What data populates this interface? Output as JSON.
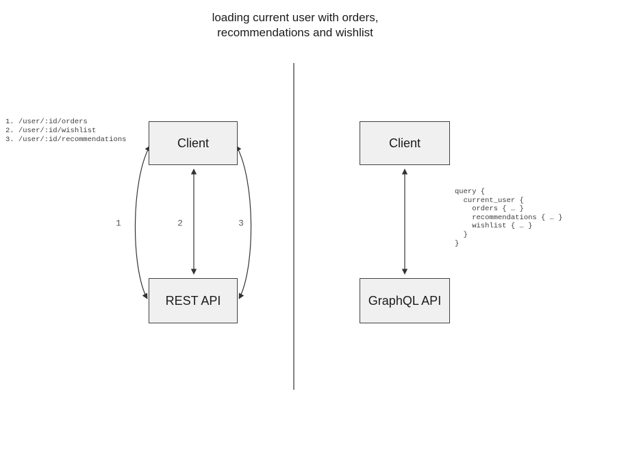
{
  "title": "loading current user with orders,\nrecommendations and wishlist",
  "left_panel": {
    "client_label": "Client",
    "api_label": "REST API",
    "endpoints": "1. /user/:id/orders\n2. /user/:id/wishlist\n3. /user/:id/recommendations",
    "arrow_labels": [
      "1",
      "2",
      "3"
    ]
  },
  "right_panel": {
    "client_label": "Client",
    "api_label": "GraphQL API",
    "query": "query {\n  current_user {\n    orders { … }\n    recommendations { … }\n    wishlist { … }\n  }\n}"
  },
  "colors": {
    "background": "#ffffff",
    "box_fill": "#f0f0f0",
    "box_border": "#404040",
    "arrow": "#333333",
    "divider": "#4d4d4d",
    "code_text": "#3d3d3d",
    "label_text": "#5a5a5a"
  }
}
